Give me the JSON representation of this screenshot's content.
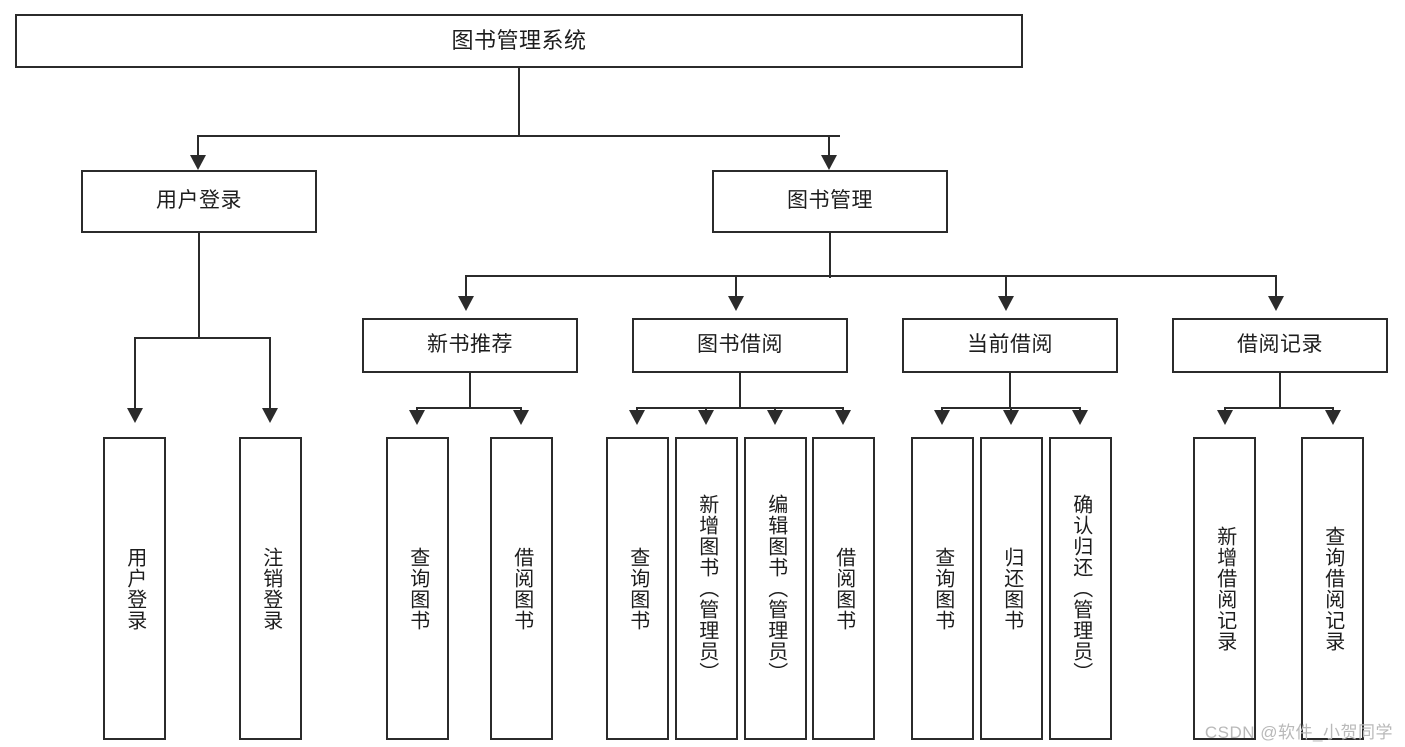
{
  "diagram": {
    "title": "图书管理系统",
    "type": "hierarchy-tree",
    "watermark": "CSDN @软件_小贺同学",
    "colors": {
      "stroke": "#2b2b2b",
      "fill": "#ffffff",
      "text": "#1d1d1d",
      "watermark": "#b9b9b9"
    }
  },
  "nodes": {
    "root": {
      "label": "图书管理系统",
      "level": 1
    },
    "level2": [
      {
        "label": "用户登录",
        "level": 2
      },
      {
        "label": "图书管理",
        "level": 2
      }
    ],
    "level3": [
      {
        "label": "新书推荐",
        "level": 3
      },
      {
        "label": "图书借阅",
        "level": 3
      },
      {
        "label": "当前借阅",
        "level": 3
      },
      {
        "label": "借阅记录",
        "level": 3
      }
    ],
    "leaves": {
      "user_login": [
        {
          "label": "用户登录"
        },
        {
          "label": "注销登录"
        }
      ],
      "new_book_recommend": [
        {
          "label": "查询图书"
        },
        {
          "label": "借阅图书"
        }
      ],
      "book_borrow": [
        {
          "label": "查询图书"
        },
        {
          "label": "新增图书（管理员）"
        },
        {
          "label": "编辑图书（管理员）"
        },
        {
          "label": "借阅图书"
        }
      ],
      "current_borrow": [
        {
          "label": "查询图书"
        },
        {
          "label": "归还图书"
        },
        {
          "label": "确认归还（管理员）"
        }
      ],
      "borrow_record": [
        {
          "label": "新增借阅记录"
        },
        {
          "label": "查询借阅记录"
        }
      ]
    }
  },
  "tree": {
    "label": "图书管理系统",
    "children": [
      {
        "label": "用户登录",
        "children": [
          {
            "label": "用户登录"
          },
          {
            "label": "注销登录"
          }
        ]
      },
      {
        "label": "图书管理",
        "children": [
          {
            "label": "新书推荐",
            "children": [
              {
                "label": "查询图书"
              },
              {
                "label": "借阅图书"
              }
            ]
          },
          {
            "label": "图书借阅",
            "children": [
              {
                "label": "查询图书"
              },
              {
                "label": "新增图书（管理员）"
              },
              {
                "label": "编辑图书（管理员）"
              },
              {
                "label": "借阅图书"
              }
            ]
          },
          {
            "label": "当前借阅",
            "children": [
              {
                "label": "查询图书"
              },
              {
                "label": "归还图书"
              },
              {
                "label": "确认归还（管理员）"
              }
            ]
          },
          {
            "label": "借阅记录",
            "children": [
              {
                "label": "新增借阅记录"
              },
              {
                "label": "查询借阅记录"
              }
            ]
          }
        ]
      }
    ]
  }
}
